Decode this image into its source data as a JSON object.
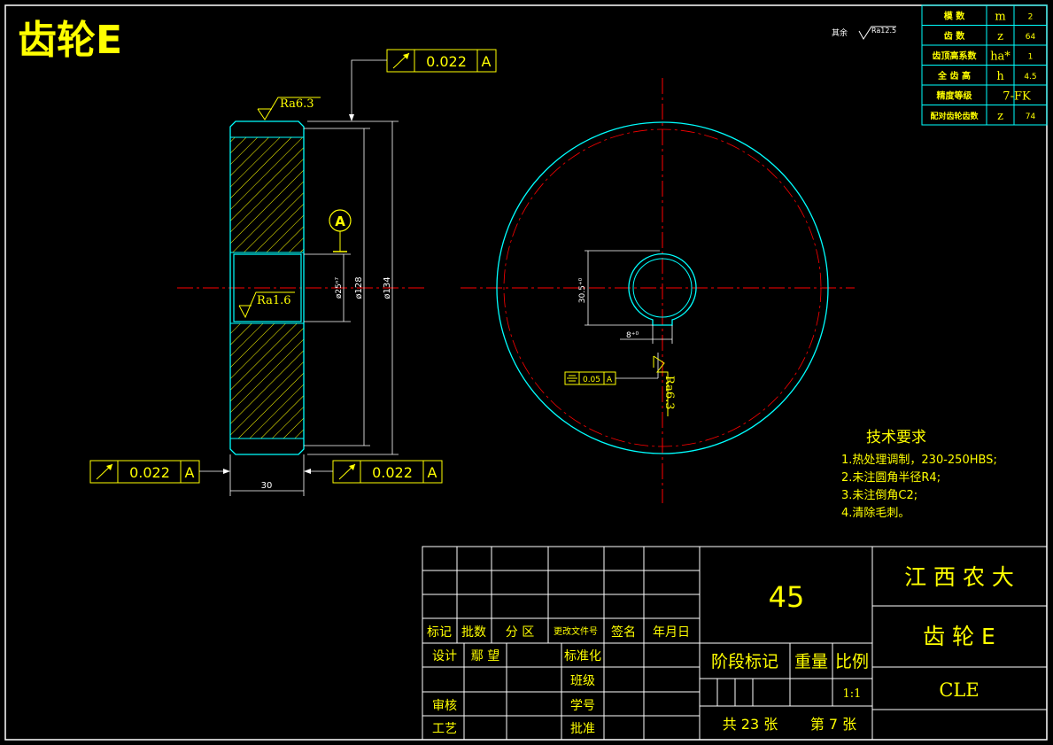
{
  "title": "齿轮E",
  "roughness": {
    "general_label": "其余",
    "general_value": "Ra12.5",
    "top_face": "Ra6.3",
    "bore": "Ra1.6",
    "keyway": "Ra6.3"
  },
  "tolerances": {
    "runout_top": {
      "value": "0.022",
      "datum": "A"
    },
    "runout_left": {
      "value": "0.022",
      "datum": "A"
    },
    "runout_right": {
      "value": "0.022",
      "datum": "A"
    },
    "symmetry": {
      "value": "0.05",
      "datum": "A"
    }
  },
  "datum_label": "A",
  "dimensions": {
    "width": "30",
    "bore_dia": "ø25ⁿ⁷",
    "root_dia": "ø128",
    "outer_dia": "ø134",
    "keyway_depth": "30.5⁺⁰",
    "key_width": "8⁺⁰"
  },
  "params_table": [
    {
      "name": "模 数",
      "symbol": "m",
      "value": "2"
    },
    {
      "name": "齿 数",
      "symbol": "z",
      "value": "64"
    },
    {
      "name": "齿顶高系数",
      "symbol": "ha*",
      "value": "1"
    },
    {
      "name": "全 齿 高",
      "symbol": "h",
      "value": "4.5"
    },
    {
      "name": "精度等级",
      "symbol": "",
      "value": "7-FK"
    },
    {
      "name": "配对齿轮齿数",
      "symbol": "z",
      "value": "74"
    }
  ],
  "tech_req": {
    "heading": "技术要求",
    "items": [
      "1.热处理调制，230-250HBS;",
      "2.未注圆角半径R4;",
      "3.未注倒角C2;",
      "4.清除毛刺。"
    ]
  },
  "title_block": {
    "header_row": [
      "标记",
      "批数",
      "分 区",
      "更改文件号",
      "签名",
      "年月日"
    ],
    "design_label": "设计",
    "designer": "鄢 望",
    "standard_label": "标准化",
    "review_label": "审核",
    "process_label": "工艺",
    "class_label": "班级",
    "student_no_label": "学号",
    "approve_label": "批准",
    "material": "45",
    "stage_label": "阶段标记",
    "weight_label": "重量",
    "scale_label": "比例",
    "scale_value": "1:1",
    "total_sheets": "共 23 张",
    "sheet_no": "第 7 张",
    "school": "江 西 农 大",
    "part_name": "齿 轮 E",
    "code": "CLE"
  },
  "colors": {
    "background": "#000000",
    "yellow": "#ffff00",
    "cyan": "#00ffff",
    "white": "#ffffff",
    "red": "#ff0000"
  }
}
